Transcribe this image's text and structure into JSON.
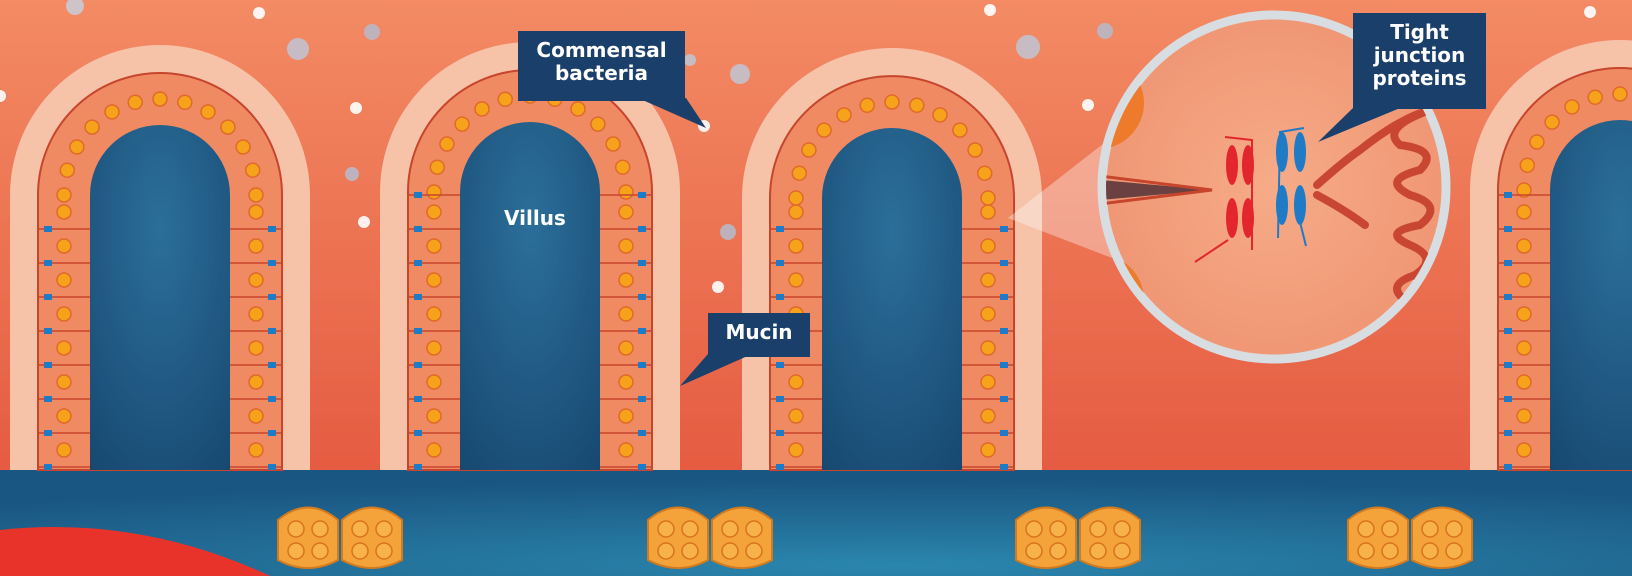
{
  "labels": {
    "commensal": "Commensal bacteria",
    "commensal_line1": "Commensal",
    "commensal_line2": "bacteria",
    "tight": "Tight junction proteins",
    "tight_line1": "Tight",
    "tight_line2": "junction",
    "tight_line3": "proteins",
    "villus": "Villus",
    "mucin": "Mucin"
  },
  "colors": {
    "lumen": "#ef7b55",
    "mucus": "#f6c2a8",
    "core": "#1f5f8c",
    "cell": "#ef8a63",
    "cell_stroke": "#c7452c",
    "nucleus": "#f7a21b",
    "paneth": "#f3a33a",
    "callout": "#1b3f6b",
    "junction_red": "#e3262e",
    "junction_blue": "#1f7bc6"
  }
}
